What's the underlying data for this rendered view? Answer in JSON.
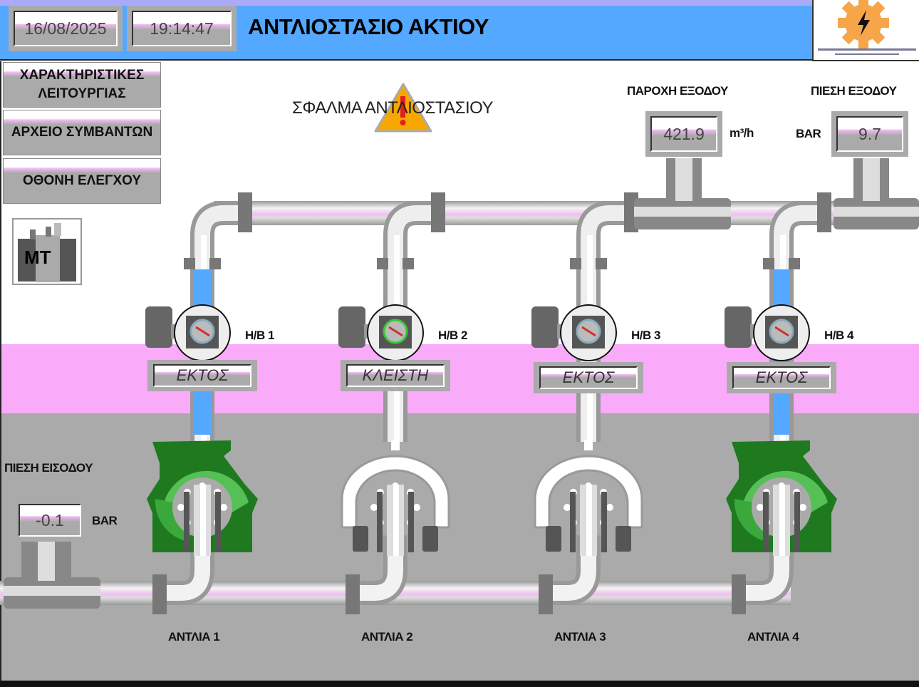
{
  "header": {
    "date": "16/08/2025",
    "time": "19:14:47",
    "title": "ΑΝΤΛΙΟΣΤΑΣΙΟ ΑΚΤΙΟΥ",
    "logo_icon": "gear-lightning-logo"
  },
  "nav": [
    {
      "label": "ΧΑΡΑΚΤΗΡΙΣΤΙΚΕΣ ΛΕΙΤΟΥΡΓΙΑΣ"
    },
    {
      "label": "ΑΡΧΕΙΟ ΣΥΜΒΑΝΤΩΝ"
    },
    {
      "label": "ΟΘΟΝΗ ΕΛΕΓΧΟΥ"
    }
  ],
  "transformer_label": "MT",
  "alarm": {
    "text": "ΣΦΑΛΜΑ ΑΝΤΛΙΟΣΤΑΣΙΟΥ",
    "icon": "warning-icon"
  },
  "outlet_flow": {
    "label": "ΠΑΡΟΧΗ ΕΞΟΔΟΥ",
    "value": "421.9",
    "unit": "m³/h"
  },
  "outlet_pressure": {
    "label": "ΠΙΕΣΗ ΕΞΟΔΟΥ",
    "value": "9.7",
    "unit": "BAR"
  },
  "inlet_pressure": {
    "label": "ΠΙΕΣΗ ΕΙΣΟΔΟΥ",
    "value": "-0.1",
    "unit": "BAR"
  },
  "pumps": [
    {
      "valve": "Η/Β 1",
      "status": "ΕΚΤΟΣ",
      "name": "ΑΝΤΛΙΑ 1",
      "running": true
    },
    {
      "valve": "Η/Β 2",
      "status": "ΚΛΕΙΣΤΗ",
      "name": "ΑΝΤΛΙΑ 2",
      "running": false
    },
    {
      "valve": "Η/Β 3",
      "status": "ΕΚΤΟΣ",
      "name": "ΑΝΤΛΙΑ 3",
      "running": false
    },
    {
      "valve": "Η/Β 4",
      "status": "ΕΚΤΟΣ",
      "name": "ΑΝΤΛΙΑ 4",
      "running": true
    }
  ],
  "colors": {
    "header": "#55a8ff",
    "pink_band": "#f9aaf9",
    "floor": "#aaaaaa",
    "pump_on": "#2e9e2e",
    "water": "#55a8ff"
  }
}
